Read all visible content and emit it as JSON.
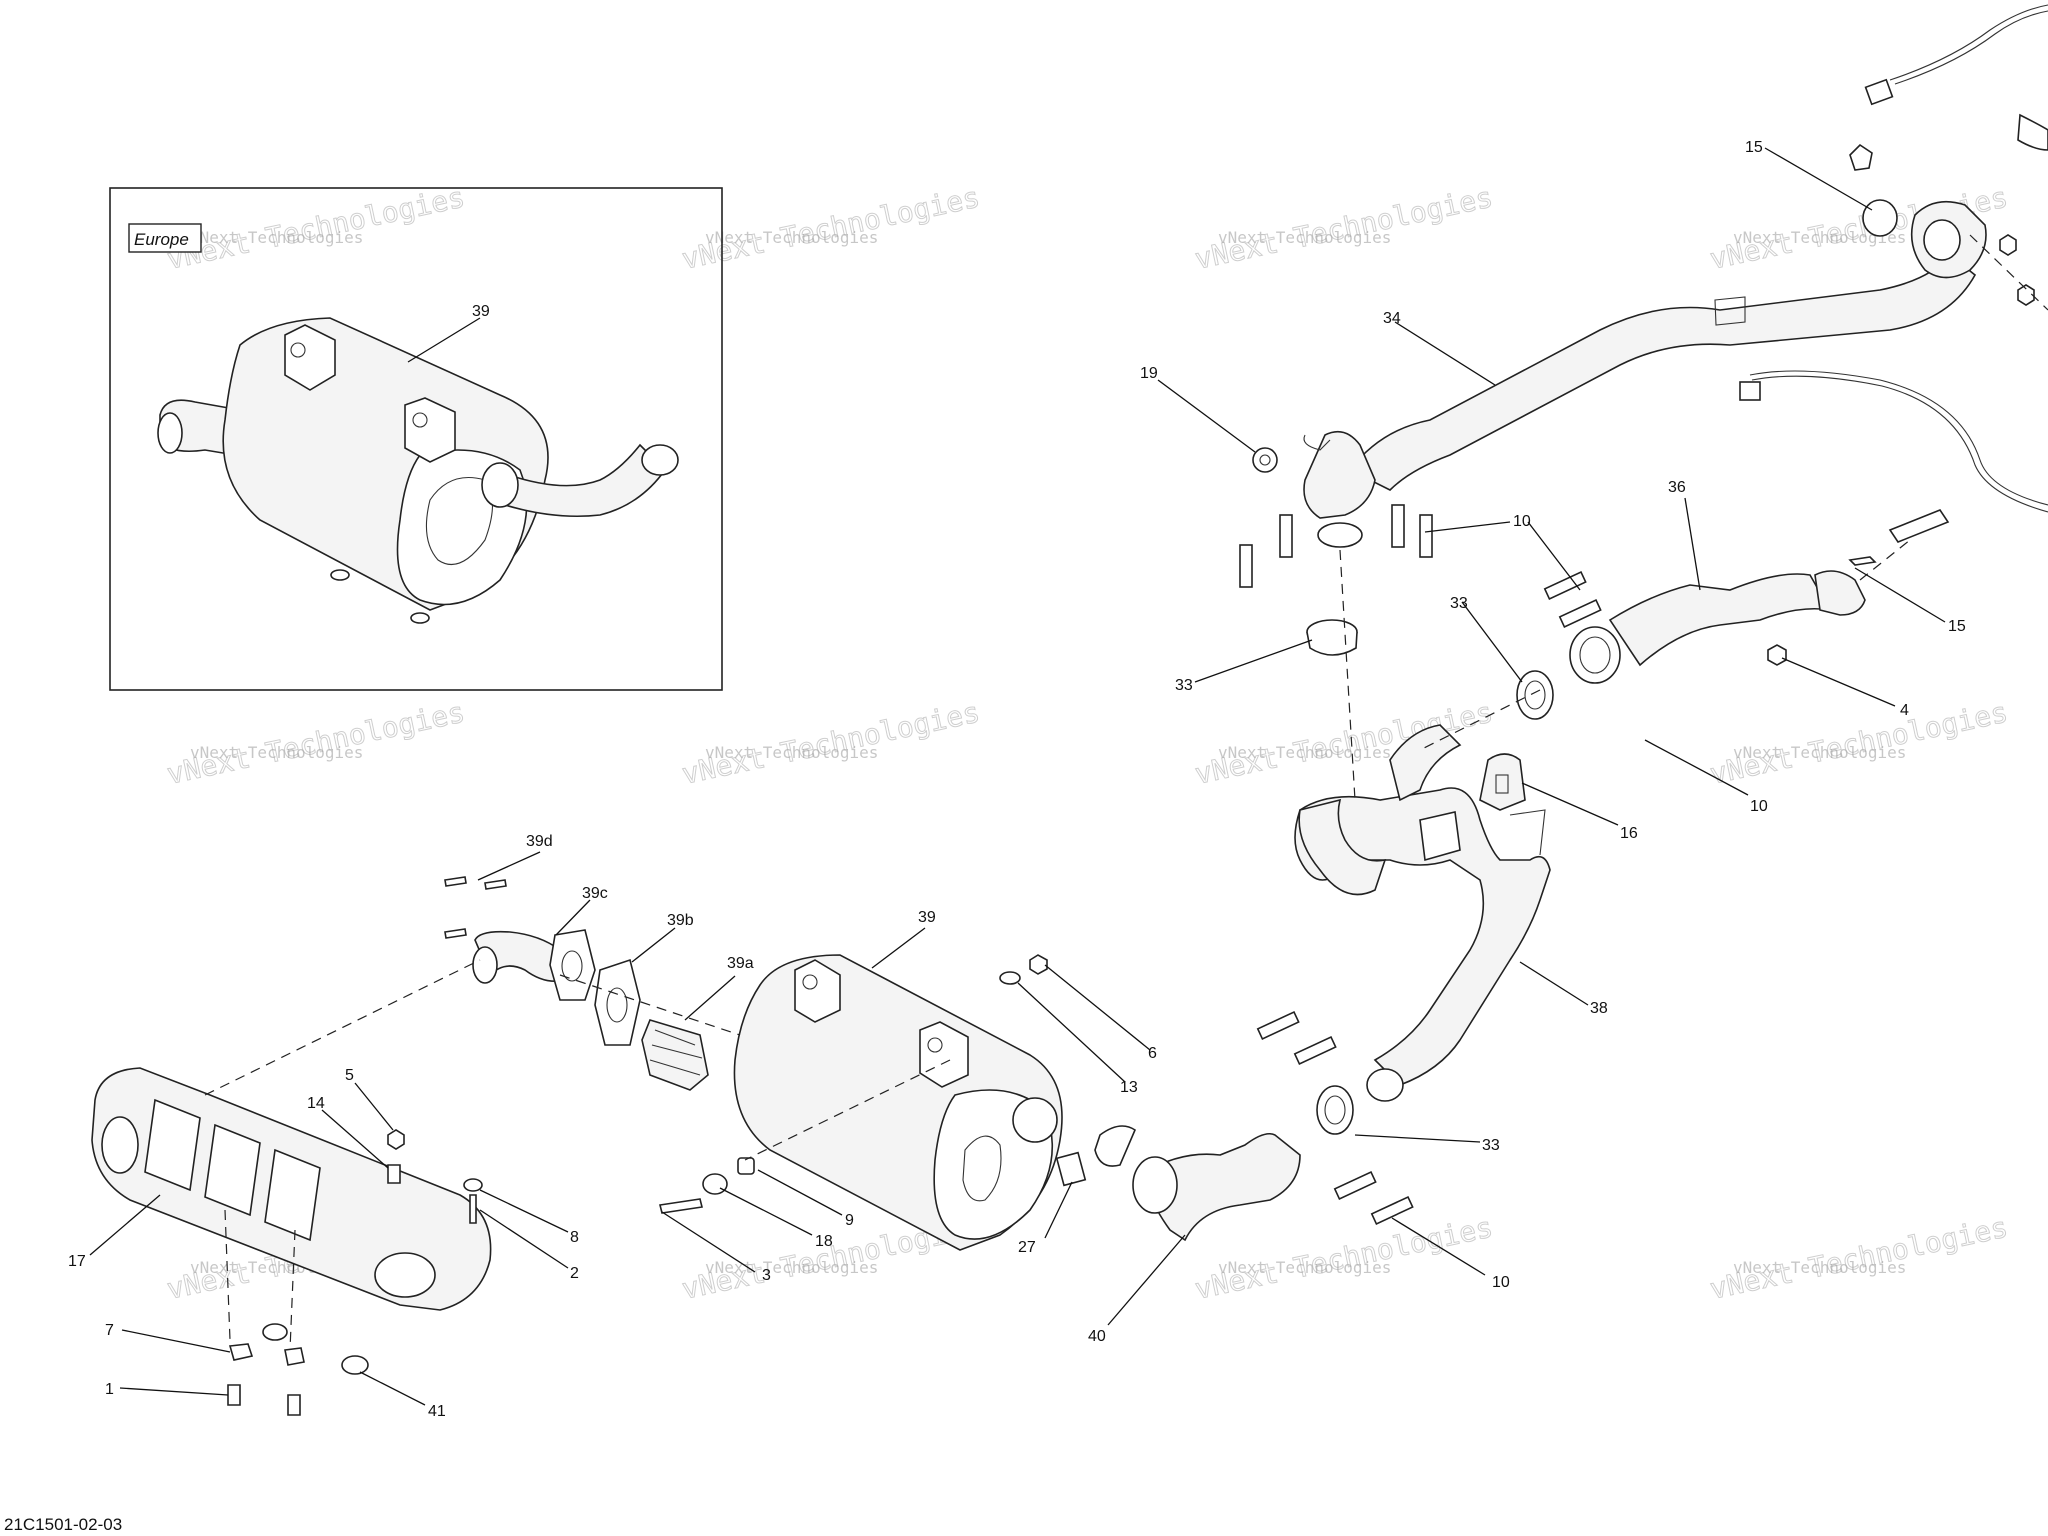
{
  "diagram": {
    "reference_code": "21C1501-02-03",
    "inset_title": "Europe",
    "watermark_line1": "vNext Technologies",
    "watermark_line2": "vNext Technologies",
    "callouts": [
      "39",
      "15",
      "34",
      "19",
      "10",
      "36",
      "33",
      "33",
      "15",
      "4",
      "16",
      "10",
      "39d",
      "39c",
      "39b",
      "39a",
      "39",
      "6",
      "13",
      "38",
      "5",
      "14",
      "33",
      "8",
      "17",
      "2",
      "9",
      "18",
      "3",
      "27",
      "10",
      "40",
      "7",
      "1",
      "41"
    ]
  }
}
